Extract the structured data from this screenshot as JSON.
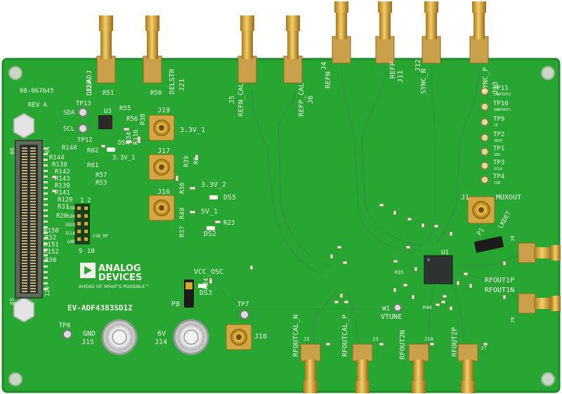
{
  "board": {
    "part_number": "EV-ADF4383SD1Z",
    "brand_line1": "ANALOG",
    "brand_line2": "DEVICES",
    "tagline": "AHEAD OF WHAT'S POSSIBLE™",
    "pcb_number": "08-067645",
    "revision": "REV A",
    "colors": {
      "pcb": "#27a631",
      "pcb_dark": "#1f8f2a",
      "silk": "#f4f4ec",
      "gold": "#d9a531"
    }
  },
  "top_connectors": [
    {
      "ref": "J20",
      "net": "DELADJ",
      "res": "R51"
    },
    {
      "ref": "J21",
      "net": "DELSTR",
      "res": "R50"
    },
    {
      "ref": "J5",
      "net": "REFN_CAL"
    },
    {
      "ref": "J6",
      "net": "REFP_CAL"
    },
    {
      "ref": "J4",
      "net": "REFN"
    },
    {
      "ref": "J11",
      "net": "REFP"
    },
    {
      "ref": "J12",
      "net": "SYNC_N"
    },
    {
      "ref": "J13",
      "net": "SYNC_P"
    }
  ],
  "mid_connectors": [
    {
      "ref": "J19",
      "net": "3.3V_1"
    },
    {
      "ref": "J17",
      "net": "3.3V_2"
    },
    {
      "ref": "J16",
      "net": "5V_1"
    }
  ],
  "bottom_connectors": [
    {
      "ref": "J2",
      "net": "RFOUTCAL_N"
    },
    {
      "ref": "J3",
      "net": "RFOUTCAL_P"
    },
    {
      "ref": "J10",
      "net": "RFOUT2N"
    },
    {
      "ref": "J7",
      "net": "RFOUT2P"
    }
  ],
  "right_connectors": [
    {
      "ref": "J8",
      "net": "RFOUT1P"
    },
    {
      "ref": "J9",
      "net": "RFOUT1N"
    }
  ],
  "test_points": [
    {
      "ref": "TP11",
      "net": "ENRFOUT2"
    },
    {
      "ref": "TP10",
      "net": "ENRFOUT1"
    },
    {
      "ref": "TP9",
      "net": "CE"
    },
    {
      "ref": "TP2",
      "net": "SDIO"
    },
    {
      "ref": "TP1",
      "net": "SDO"
    },
    {
      "ref": "TP3",
      "net": "SCLK"
    },
    {
      "ref": "TP4",
      "net": "CSB"
    }
  ],
  "labels": {
    "tp13": "TP13",
    "sda": "SDA",
    "scl": "SCL",
    "tp12": "TP12",
    "u3": "U3",
    "u1": "U1",
    "r55": "R55",
    "r56": "R56",
    "r38": "R38",
    "r34": "R34",
    "r116": "R116",
    "r39": "R39",
    "r8": "R8",
    "r36": "R36",
    "r40": "R40",
    "r37": "R37",
    "r23": "R23",
    "r24": "R24",
    "r35": "R35",
    "r44": "R44",
    "r82": "R82",
    "r81": "R81",
    "r140": "R140",
    "r144": "R144",
    "r138": "R138",
    "r142": "R142",
    "r143": "R143",
    "r139": "R139",
    "r141": "R141",
    "r129": "R129",
    "r31": "R31",
    "r20": "R20",
    "r57": "R57",
    "r53": "R53",
    "r150": "R150",
    "r32": "R32",
    "r151": "R151",
    "r152": "R152",
    "r30": "R30",
    "ds4": "DS4",
    "ds4_v": "3.3V_1",
    "ds5": "DS5",
    "ds5_v": "3.3V_2",
    "ds2": "DS2",
    "ds2_v": "5V_1",
    "ds3": "DS3",
    "vcc_osc": "VCC_OSC",
    "p8": "P8",
    "p1": "P1",
    "j1": "J1",
    "muxout": "MUXOUT",
    "lkdet": "LKDET",
    "w1": "W1",
    "vtune": "VTUNE",
    "tp7": "TP7",
    "tp8": "TP8",
    "gnd": "GND",
    "j15": "J15",
    "v6": "6V",
    "j14": "J14",
    "j18": "J18",
    "hdr_csb": "CSB",
    "hdr_sdo": "SDO",
    "hdr_sdio": "SDIO",
    "hdr_sclk": "SCLK",
    "hdr_gnd": "GND",
    "hdr_csb_rp": "CSB_RP",
    "hdr_1": "1",
    "hdr_2": "2",
    "hdr_9": "9",
    "hdr_10": "10",
    "pin60": "60",
    "pin61": "61",
    "pin120": "120",
    "pin65": "65"
  }
}
